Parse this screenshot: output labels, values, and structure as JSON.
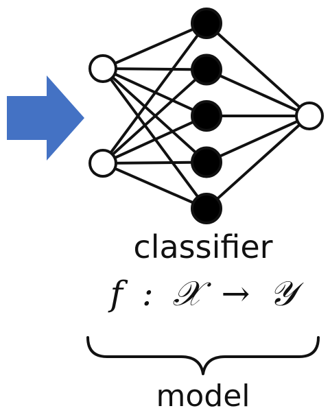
{
  "diagram": {
    "model_label": "classifier",
    "formula": {
      "function": "f",
      "colon": ":",
      "domain": "𝒳",
      "arrow": "→",
      "codomain": "𝒴"
    },
    "brace_label": "model",
    "network": {
      "input_nodes": 2,
      "hidden_nodes": 5,
      "output_nodes": 1,
      "node_style": {
        "input": "hollow",
        "hidden": "filled",
        "output": "hollow"
      }
    },
    "colors": {
      "arrow": "#4472C4",
      "stroke": "#111111",
      "hollow_fill": "#ffffff",
      "filled_node": "#000000"
    }
  }
}
